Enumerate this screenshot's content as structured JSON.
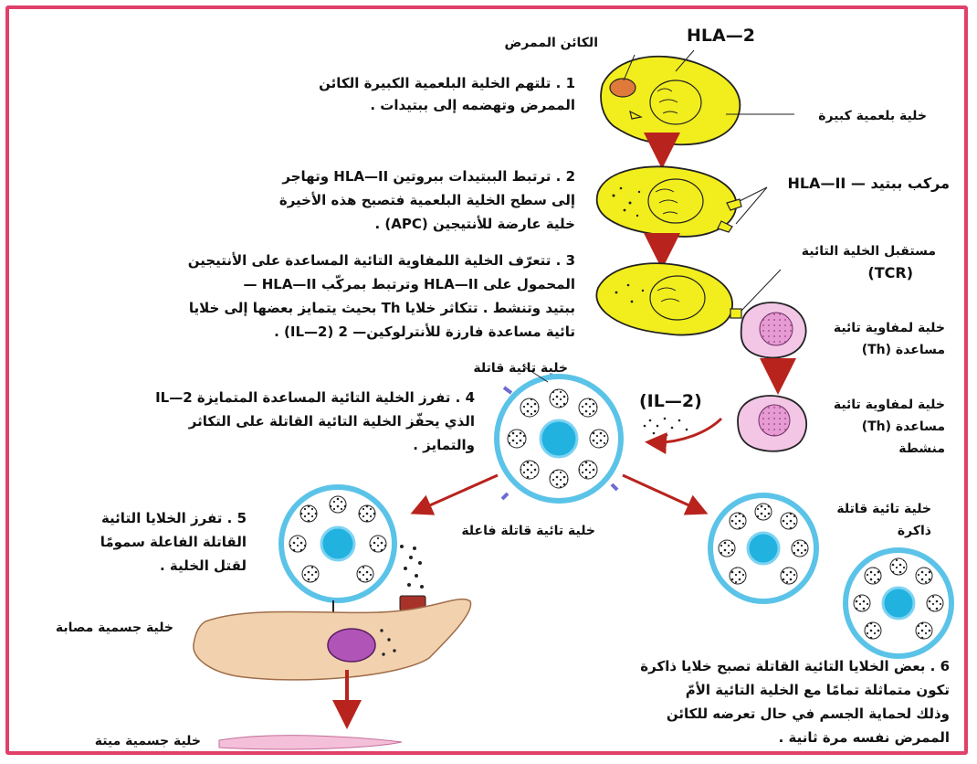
{
  "labels": {
    "pathogen": "الكائن الممرض",
    "hla2_top": "HLA—2",
    "macrophage": "خلية بلعمية كبيرة",
    "peptide_complex": "مركب ببتيد — HLA—II",
    "tcr_line1": "مستقبل الخلية التائية",
    "tcr_line2": "(TCR)",
    "th_cell_line1": "خلية لمفاوية تائية",
    "th_cell_line2": "مساعدة (Th)",
    "th_active_line1": "خلية لمفاوية تائية",
    "th_active_line2": "مساعدة (Th)",
    "th_active_line3": "منشطة",
    "il2": "(IL—2)",
    "killer_cell": "خلية تائية قاتلة",
    "effector_killer": "خلية تائية قاتلة فاعلة",
    "memory_line1": "خلية تائية قاتلة",
    "memory_line2": "ذاكرة",
    "infected_cell": "خلية جسمية مصابة",
    "dead_cell": "خلية جسمية ميتة"
  },
  "steps": {
    "s1": [
      "1 . تلتهم الخلية البلعمية الكبيرة الكائن",
      "الممرض وتهضمه إلى ببتيدات ."
    ],
    "s2": [
      "2 . ترتبط الببتيدات ببروتين HLA—II وتهاجر",
      "إلى سطح الخلية البلعمية فتصبح هذه الأخيرة",
      "خلية عارضة للأنتيجين (APC) ."
    ],
    "s3": [
      "3 . تتعرّف الخلية اللمفاوية التائية المساعدة على الأنتيجين",
      "المحمول على HLA—II وترتبط بمركّب HLA—II —",
      "ببتيد وتنشط . تتكاثر خلايا Th بحيث يتمايز بعضها إلى خلايا",
      "تائية مساعدة فارزة للأنترلوكين— 2 (IL—2) ."
    ],
    "s4": [
      "4 . تفرز الخلية التائية المساعدة المتمايزة IL—2",
      "الذي يحفّز الخلية التائية القاتلة على التكاثر",
      "والتمايز ."
    ],
    "s5": [
      "5 . تفرز الخلايا التائية",
      "القاتلة الفاعلة سمومًا",
      "لقتل الخلية ."
    ],
    "s6": [
      "6 . بعض الخلايا التائية القاتلة تصبح خلايا ذاكرة",
      "تكون متماثلة تمامًا مع الخلية التائية الأمّ",
      "وذلك لحماية الجسم في حال تعرضه للكائن",
      "الممرض نفسه مرة ثانية ."
    ]
  },
  "colors": {
    "frame": "#e0406a",
    "macrophage": "#f2ee1e",
    "arrow": "#b8231d",
    "th_cell": "#f3c6e6",
    "killer_ring": "#5bc3e8",
    "nucleus": "#22b2e0",
    "infected": "#f2d2ae"
  }
}
